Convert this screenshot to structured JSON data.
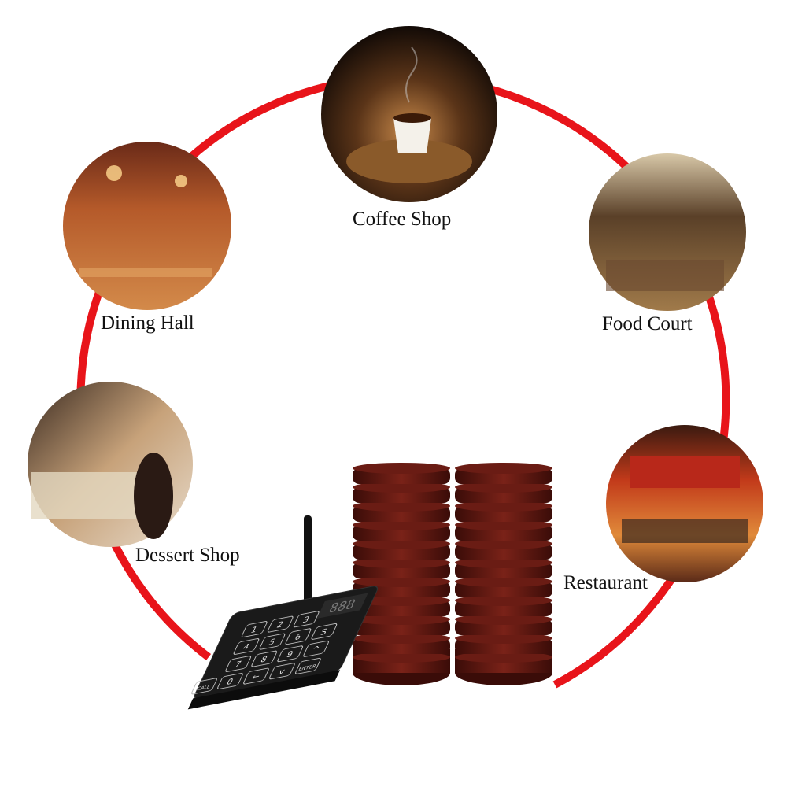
{
  "venues": [
    {
      "id": "coffee",
      "label": "Coffee Shop"
    },
    {
      "id": "dining",
      "label": "Dining Hall"
    },
    {
      "id": "food",
      "label": "Food Court"
    },
    {
      "id": "dessert",
      "label": "Dessert Shop"
    },
    {
      "id": "restaurant",
      "label": "Restaurant"
    }
  ],
  "keypad": {
    "display": "888",
    "keys": [
      "1",
      "2",
      "3",
      "4",
      "5",
      "6",
      "S",
      "7",
      "8",
      "9",
      "^",
      "CALL",
      "0",
      "←",
      "v",
      "ENTER"
    ]
  },
  "colors": {
    "ring": "#e8141a",
    "pager": "#5a1410",
    "keypad": "#1a1a1a"
  }
}
